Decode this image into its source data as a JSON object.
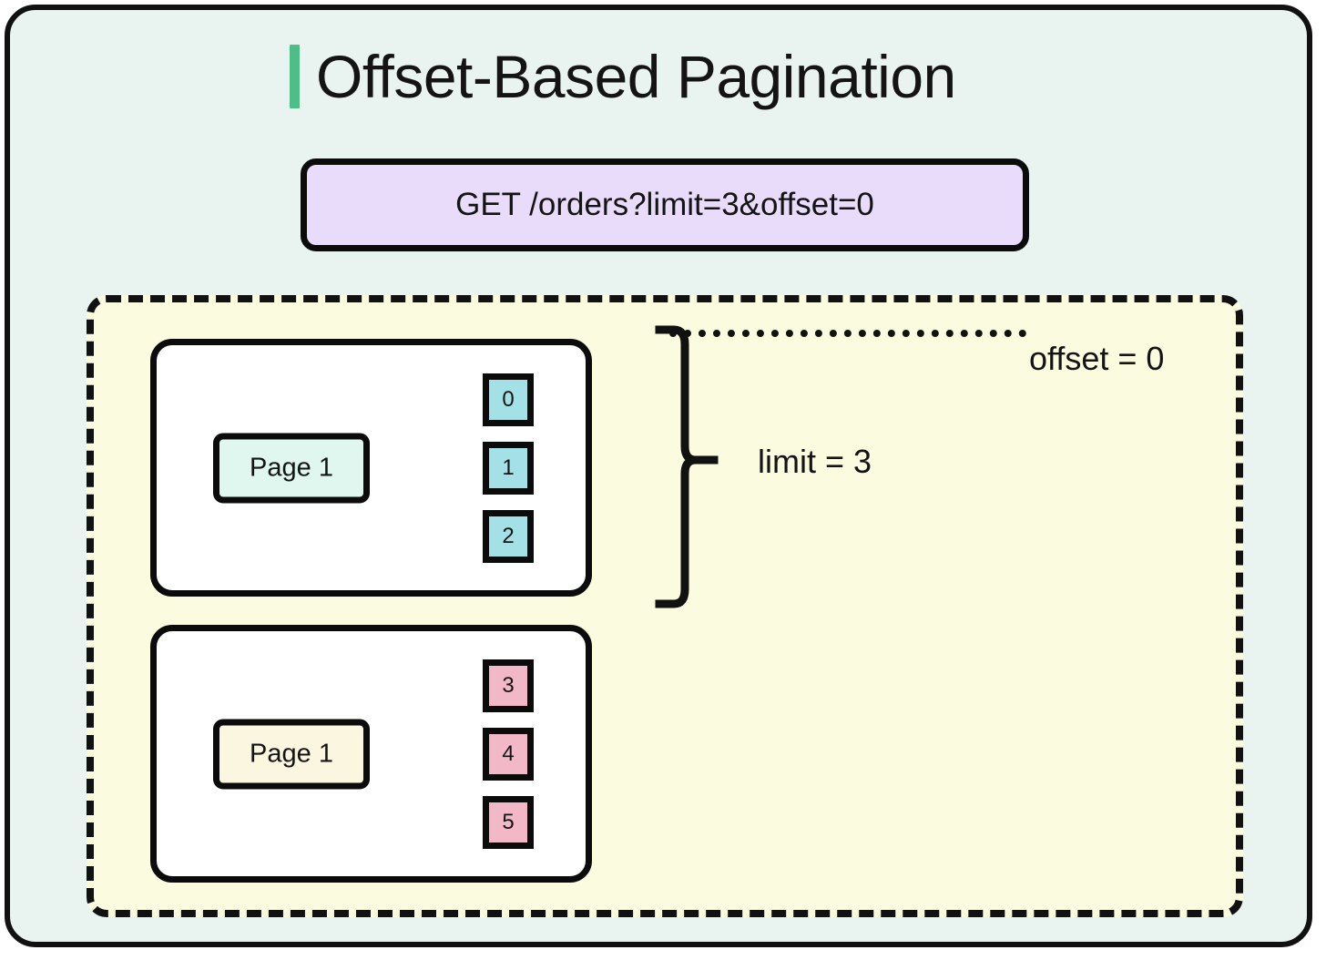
{
  "diagram": {
    "title": "Offset-Based Pagination",
    "accent_color": "#4DBE87",
    "background_color": "#E9F3F0",
    "request": {
      "text": "GET /orders?limit=3&offset=0",
      "fill_color": "#E8DCFA"
    },
    "container": {
      "fill_color": "#FBFBE0",
      "border_style": "dashed"
    },
    "cards": [
      {
        "label": "Page 1",
        "label_fill": "#DFF7EF",
        "item_fill": "#A3E1E6",
        "items": [
          "0",
          "1",
          "2"
        ]
      },
      {
        "label": "Page 1",
        "label_fill": "#FBF6DF",
        "item_fill": "#F2B8C8",
        "items": [
          "3",
          "4",
          "5"
        ]
      }
    ],
    "annotations": {
      "limit": "limit = 3",
      "offset": "offset = 0"
    }
  },
  "chart_data": {
    "type": "diagram",
    "title": "Offset-Based Pagination",
    "request_query": "GET /orders?limit=3&offset=0",
    "parameters": {
      "limit": 3,
      "offset": 0
    },
    "groups": [
      {
        "name": "Page 1",
        "item_ids": [
          0,
          1,
          2
        ],
        "color": "#A3E1E6",
        "covered_by_limit_brace": true
      },
      {
        "name": "Page 1",
        "item_ids": [
          3,
          4,
          5
        ],
        "color": "#F2B8C8",
        "covered_by_limit_brace": false
      }
    ],
    "annotations": [
      {
        "label": "limit = 3",
        "marker": "curly-brace",
        "spans_items": [
          0,
          1,
          2
        ]
      },
      {
        "label": "offset = 0",
        "marker": "dotted-line",
        "position": "top"
      }
    ]
  }
}
